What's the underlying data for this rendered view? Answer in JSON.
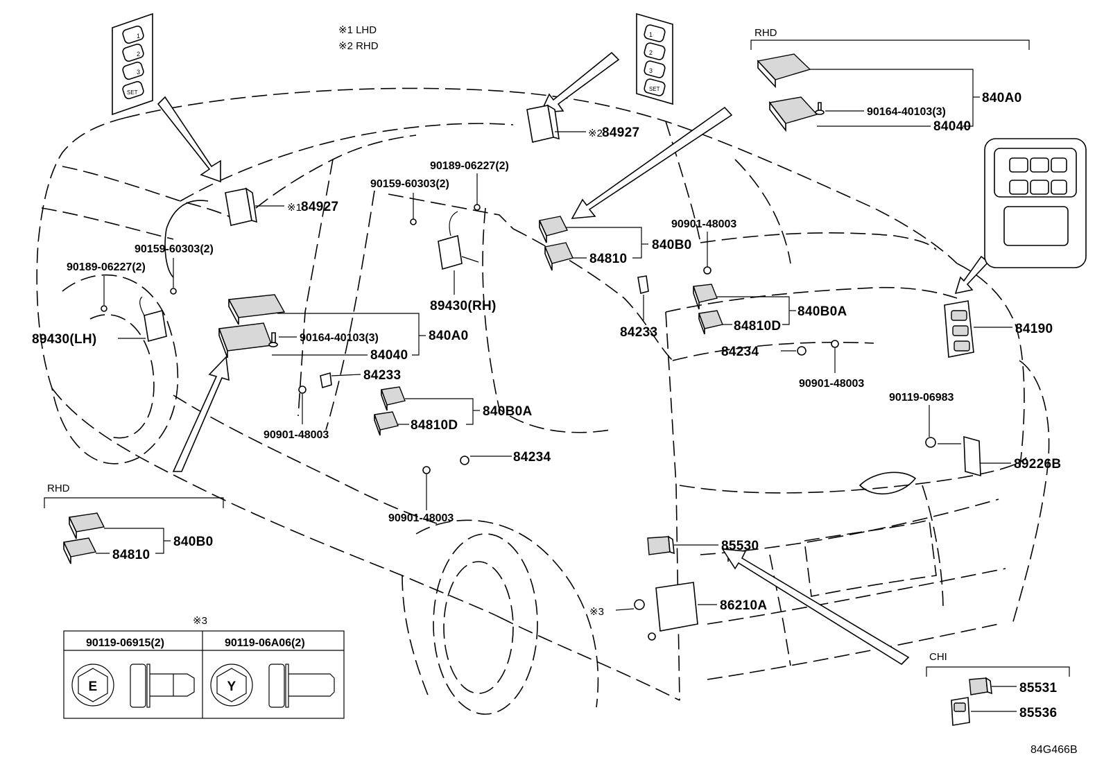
{
  "notes": {
    "n1": "※1  LHD",
    "n2": "※2  RHD",
    "n3": "※3"
  },
  "groups": {
    "rhd_top": "RHD",
    "rhd_left": "RHD",
    "chi": "CHI"
  },
  "labels": {
    "p84927_lhd_mark": "※1",
    "p84927_lhd": "84927",
    "p84927_rhd_mark": "※2",
    "p84927_rhd": "84927",
    "p90189_06227_top": "90189-06227(2)",
    "p90159_60303_top": "90159-60303(2)",
    "p90159_60303_left": "90159-60303(2)",
    "p90189_06227_left": "90189-06227(2)",
    "p89430_lh": "89430(LH)",
    "p89430_rh": "89430(RH)",
    "p90164_left": "90164-40103(3)",
    "p840A0_left": "840A0",
    "p84040_left": "84040",
    "p84233_left": "84233",
    "p840B0A_left": "840B0A",
    "p84810D_left": "84810D",
    "p90901_mid": "90901-48003",
    "p84234_mid": "84234",
    "p90901_low": "90901-48003",
    "p840B0_top": "840B0",
    "p84810_top": "84810",
    "p90901_top": "90901-48003",
    "p84233_right": "84233",
    "p840B0A_right": "840B0A",
    "p84810D_right": "84810D",
    "p84234_right": "84234",
    "p90901_right": "90901-48003",
    "p90164_top": "90164-40103(3)",
    "p840A0_top": "840A0",
    "p84040_top": "84040",
    "p84190": "84190",
    "p90119_06983": "90119-06983",
    "p89226B": "89226B",
    "p85530": "85530",
    "p86210A": "86210A",
    "p3_mark": "※3",
    "p840B0_rhd": "840B0",
    "p84810_rhd": "84810",
    "p85531": "85531",
    "p85536": "85536"
  },
  "table": {
    "col1": "90119-06915(2)",
    "col2": "90119-06A06(2)",
    "mark1": "E",
    "mark2": "Y"
  },
  "switch_labels": {
    "s1": "1",
    "s2": "2",
    "s3": "3",
    "set": "SET"
  },
  "drawing_code": "84G466B"
}
